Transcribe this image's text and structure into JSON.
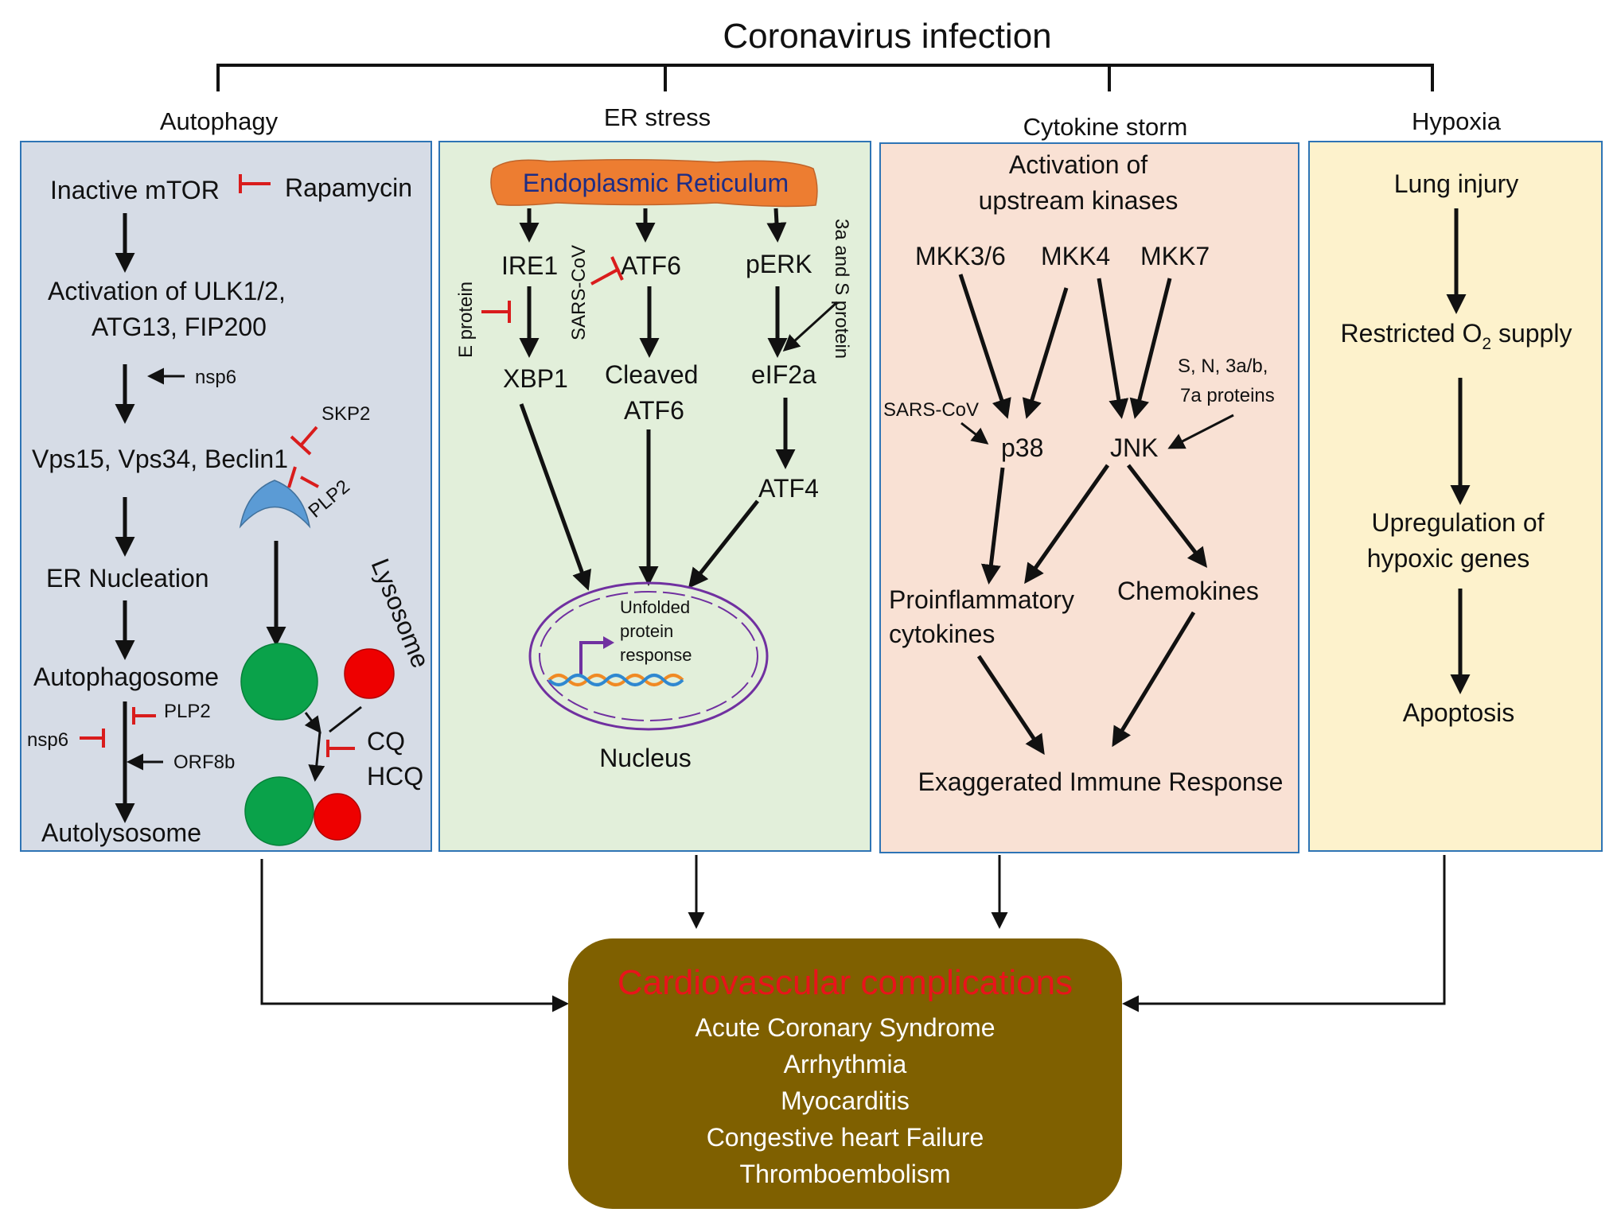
{
  "title": "Coronavirus infection",
  "sections": {
    "autophagy": "Autophagy",
    "er_stress": "ER stress",
    "cytokine_storm": "Cytokine storm",
    "hypoxia": "Hypoxia"
  },
  "autophagy": {
    "inactive_mtor": "Inactive mTOR",
    "rapamycin": "Rapamycin",
    "activation_line1": "Activation of ULK1/2,",
    "activation_line2": "ATG13, FIP200",
    "nsp6_top": "nsp6",
    "vps": "Vps15, Vps34, Beclin1",
    "skp2": "SKP2",
    "plp2_top": "PLP2",
    "er_nucleation": "ER Nucleation",
    "lysosome": "Lysosome",
    "autophagosome": "Autophagosome",
    "plp2_bottom": "PLP2",
    "nsp6_bottom": "nsp6",
    "orf8b": "ORF8b",
    "cq": "CQ",
    "hcq": "HCQ",
    "autolysosome": "Autolysosome"
  },
  "er_stress": {
    "er_label": "Endoplasmic Reticulum",
    "ire1": "IRE1",
    "atf6": "ATF6",
    "perk": "pERK",
    "e_protein": "E protein",
    "sars_cov": "SARS-CoV",
    "three_a_s": "3a and S protein",
    "xbp1": "XBP1",
    "cleaved": "Cleaved",
    "atf6_cleaved": "ATF6",
    "eif2a": "eIF2a",
    "atf4": "ATF4",
    "upr_line1": "Unfolded",
    "upr_line2": "protein",
    "upr_line3": "response",
    "nucleus": "Nucleus"
  },
  "cytokine": {
    "header_line1": "Activation of",
    "header_line2": "upstream kinases",
    "mkk36": "MKK3/6",
    "mkk4": "MKK4",
    "mkk7": "MKK7",
    "proteins_line1": "S, N, 3a/b,",
    "proteins_line2": "7a proteins",
    "sars_cov": "SARS-CoV",
    "p38": "p38",
    "jnk": "JNK",
    "proinflammatory": "Proinflammatory",
    "cytokines": "cytokines",
    "chemokines": "Chemokines",
    "exaggerated": "Exaggerated Immune Response"
  },
  "hypoxia": {
    "lung_injury": "Lung injury",
    "restricted_pre": "Restricted O",
    "restricted_sub": "2",
    "restricted_post": " supply",
    "upregulation_line1": "Upregulation of",
    "upregulation_line2": "hypoxic genes",
    "apoptosis": "Apoptosis"
  },
  "cardio": {
    "title": "Cardiovascular complications",
    "items": [
      "Acute Coronary Syndrome",
      "Arrhythmia",
      "Myocarditis",
      "Congestive heart Failure",
      "Thromboembolism"
    ]
  },
  "colors": {
    "autophagy_panel": "#d6dce6",
    "er_panel": "#e2efda",
    "cytokine_panel": "#f9e1d4",
    "hypoxia_panel": "#fdf2cc",
    "panel_border": "#2e74b5",
    "er_shape": "#ed7d31",
    "cardio_box": "#7f6000",
    "cardio_title": "#e8141b",
    "inhibition": "#d91c1c",
    "autophagosome": "#0aa24a",
    "lysosome": "#ee0000",
    "phagophore": "#5b9bd5",
    "nuclear_envelope": "#7030a0"
  }
}
